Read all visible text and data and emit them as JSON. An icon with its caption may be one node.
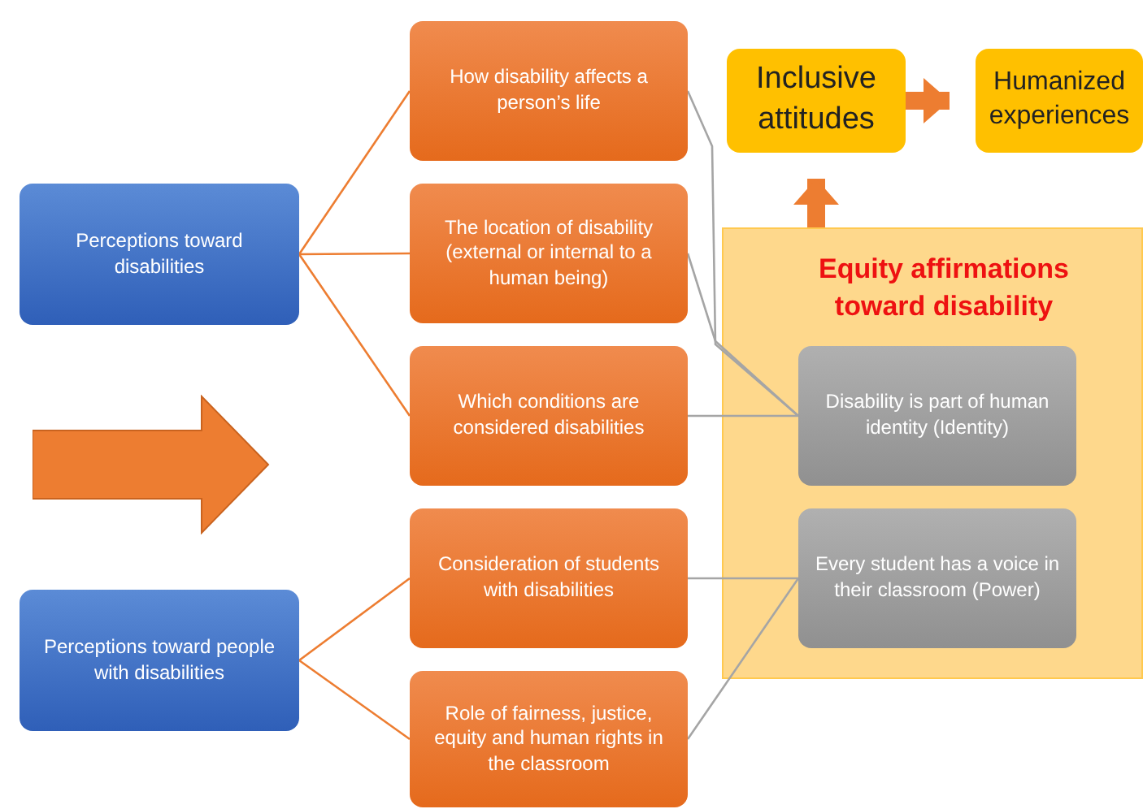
{
  "diagram": {
    "nodes": [
      {
        "text": [
          "Perceptions toward disabilities"
        ]
      },
      {
        "text": [
          "Perceptions toward people with disabilities"
        ]
      },
      {
        "text": [
          "How disability affects a person’s life"
        ]
      },
      {
        "text": [
          "The location of disability (external or internal to a human being)"
        ]
      },
      {
        "text": [
          "Which conditions are considered disabilities"
        ]
      },
      {
        "text": [
          "Consideration of students with disabilities"
        ]
      },
      {
        "text": [
          "Role of fairness, justice, equity and human rights in the classroom"
        ]
      },
      {
        "text": [
          "Equity affirmations toward disability"
        ]
      },
      {
        "text": [
          "Disability is part of human identity (Identity)"
        ],
        "in": 7
      },
      {
        "text": [
          "Every student has a voice in their classroom (Power)"
        ],
        "in": 7
      },
      {
        "text": [
          "Inclusive attitudes"
        ]
      },
      {
        "text": [
          "Humanized experiences"
        ]
      }
    ],
    "edges": [
      {
        "from": 0,
        "to": 2,
        "arrow": "none",
        "color": "#ed7d31"
      },
      {
        "from": 0,
        "to": 3,
        "arrow": "none",
        "color": "#ed7d31"
      },
      {
        "from": 0,
        "to": 4,
        "arrow": "none",
        "color": "#ed7d31"
      },
      {
        "from": 1,
        "to": 5,
        "arrow": "none",
        "color": "#ed7d31"
      },
      {
        "from": 1,
        "to": 6,
        "arrow": "none",
        "color": "#ed7d31"
      },
      {
        "from": 2,
        "to": 8,
        "arrow": "none",
        "color": "#a5a5a5"
      },
      {
        "from": 3,
        "to": 8,
        "arrow": "none",
        "color": "#a5a5a5"
      },
      {
        "from": 4,
        "to": 8,
        "arrow": "none",
        "color": "#a5a5a5"
      },
      {
        "from": 5,
        "to": 9,
        "arrow": "none",
        "color": "#a5a5a5"
      },
      {
        "from": 6,
        "to": 9,
        "arrow": "none",
        "color": "#a5a5a5"
      },
      {
        "from": 7,
        "to": 10,
        "arrow": "to",
        "style": "thick",
        "color": "#ed7d31"
      },
      {
        "from": 10,
        "to": 11,
        "arrow": "to",
        "style": "thick",
        "color": "#ed7d31"
      }
    ]
  }
}
